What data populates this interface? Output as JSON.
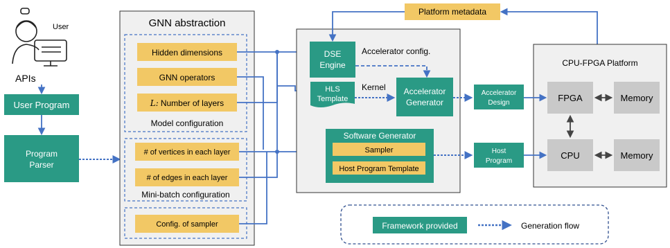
{
  "user": {
    "label": "User",
    "apis": "APIs"
  },
  "left": {
    "user_program": "User Program",
    "parser_line1": "Program",
    "parser_line2": "Parser"
  },
  "gnn": {
    "title": "GNN abstraction",
    "model": {
      "items": [
        "Hidden dimensions",
        "GNN operators",
        "Number of layers"
      ],
      "layers_symbol": "L:",
      "caption": "Model configuration"
    },
    "minibatch": {
      "items": [
        "# of vertices in each layer",
        "# of edges in each layer"
      ],
      "caption": "Mini-batch configuration"
    },
    "sampler": {
      "label": "Config. of sampler"
    }
  },
  "center": {
    "dse_line1": "DSE",
    "dse_line2": "Engine",
    "accel_config": "Accelerator config.",
    "hls_line1": "HLS",
    "hls_line2": "Template",
    "kernel": "Kernel",
    "accgen_line1": "Accelerator",
    "accgen_line2": "Generator",
    "swgen_title": "Software Generator",
    "sampler": "Sampler",
    "host_template": "Host Program Template"
  },
  "outputs": {
    "acc_design_line1": "Accelerator",
    "acc_design_line2": "Design",
    "host_program_line1": "Host",
    "host_program_line2": "Program"
  },
  "metadata": "Platform metadata",
  "platform": {
    "title": "CPU-FPGA Platform",
    "fpga": "FPGA",
    "cpu": "CPU",
    "memory": "Memory"
  },
  "legend": {
    "framework": "Framework provided",
    "generation": "Generation flow"
  },
  "colors": {
    "teal": "#2a9a85",
    "gold": "#f2c865",
    "blue": "#4472c4",
    "gray_panel": "#f0f0f0",
    "gray_box": "#c9c9c9"
  }
}
